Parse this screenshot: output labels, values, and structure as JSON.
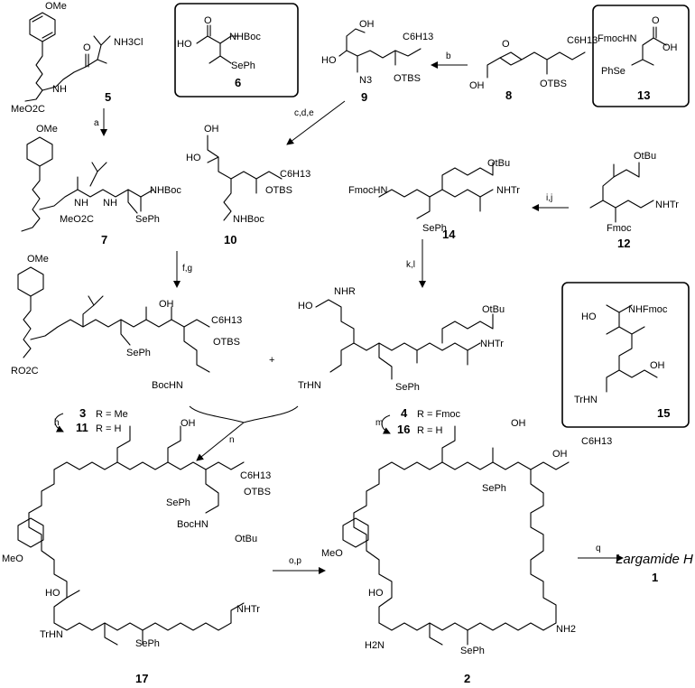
{
  "compounds": {
    "c5": "5",
    "c6": "6",
    "c9": "9",
    "c8": "8",
    "c13": "13",
    "c7": "7",
    "c10": "10",
    "c14": "14",
    "c12": "12",
    "c3": "3",
    "c11": "11",
    "c4": "4",
    "c16": "16",
    "c15": "15",
    "c17": "17",
    "c2": "2",
    "c1": "1"
  },
  "rgroups": {
    "r3": "R = Me",
    "r11": "R = H",
    "r4": "R = Fmoc",
    "r16": "R = H"
  },
  "steps": {
    "a": "a",
    "b": "b",
    "cde": "c,d,e",
    "fg": "f,g",
    "ij": "i,j",
    "kl": "k,l",
    "h": "h",
    "m": "m",
    "n": "n",
    "op": "o,p",
    "q": "q"
  },
  "labels": {
    "OMe": "OMe",
    "MeO": "MeO",
    "NH3Cl": "NH3Cl",
    "NHBoc": "NHBoc",
    "HO": "HO",
    "SePh": "SePh",
    "PhSe": "PhSe",
    "MeO2C": "MeO2C",
    "RO2C": "RO2C",
    "OH": "OH",
    "N3": "N3",
    "OTBS": "OTBS",
    "C6H13": "C6H13",
    "FmocHN": "FmocHN",
    "Fmoc": "Fmoc",
    "NHTr": "NHTr",
    "TrHN": "TrHN",
    "NHR": "NHR",
    "NHFmoc": "NHFmoc",
    "OtBu": "OtBu",
    "BocHN": "BocHN",
    "NH": "NH",
    "N": "N",
    "O": "O",
    "NH2": "NH2",
    "H2N": "H2N"
  },
  "product_name": "Largamide H"
}
